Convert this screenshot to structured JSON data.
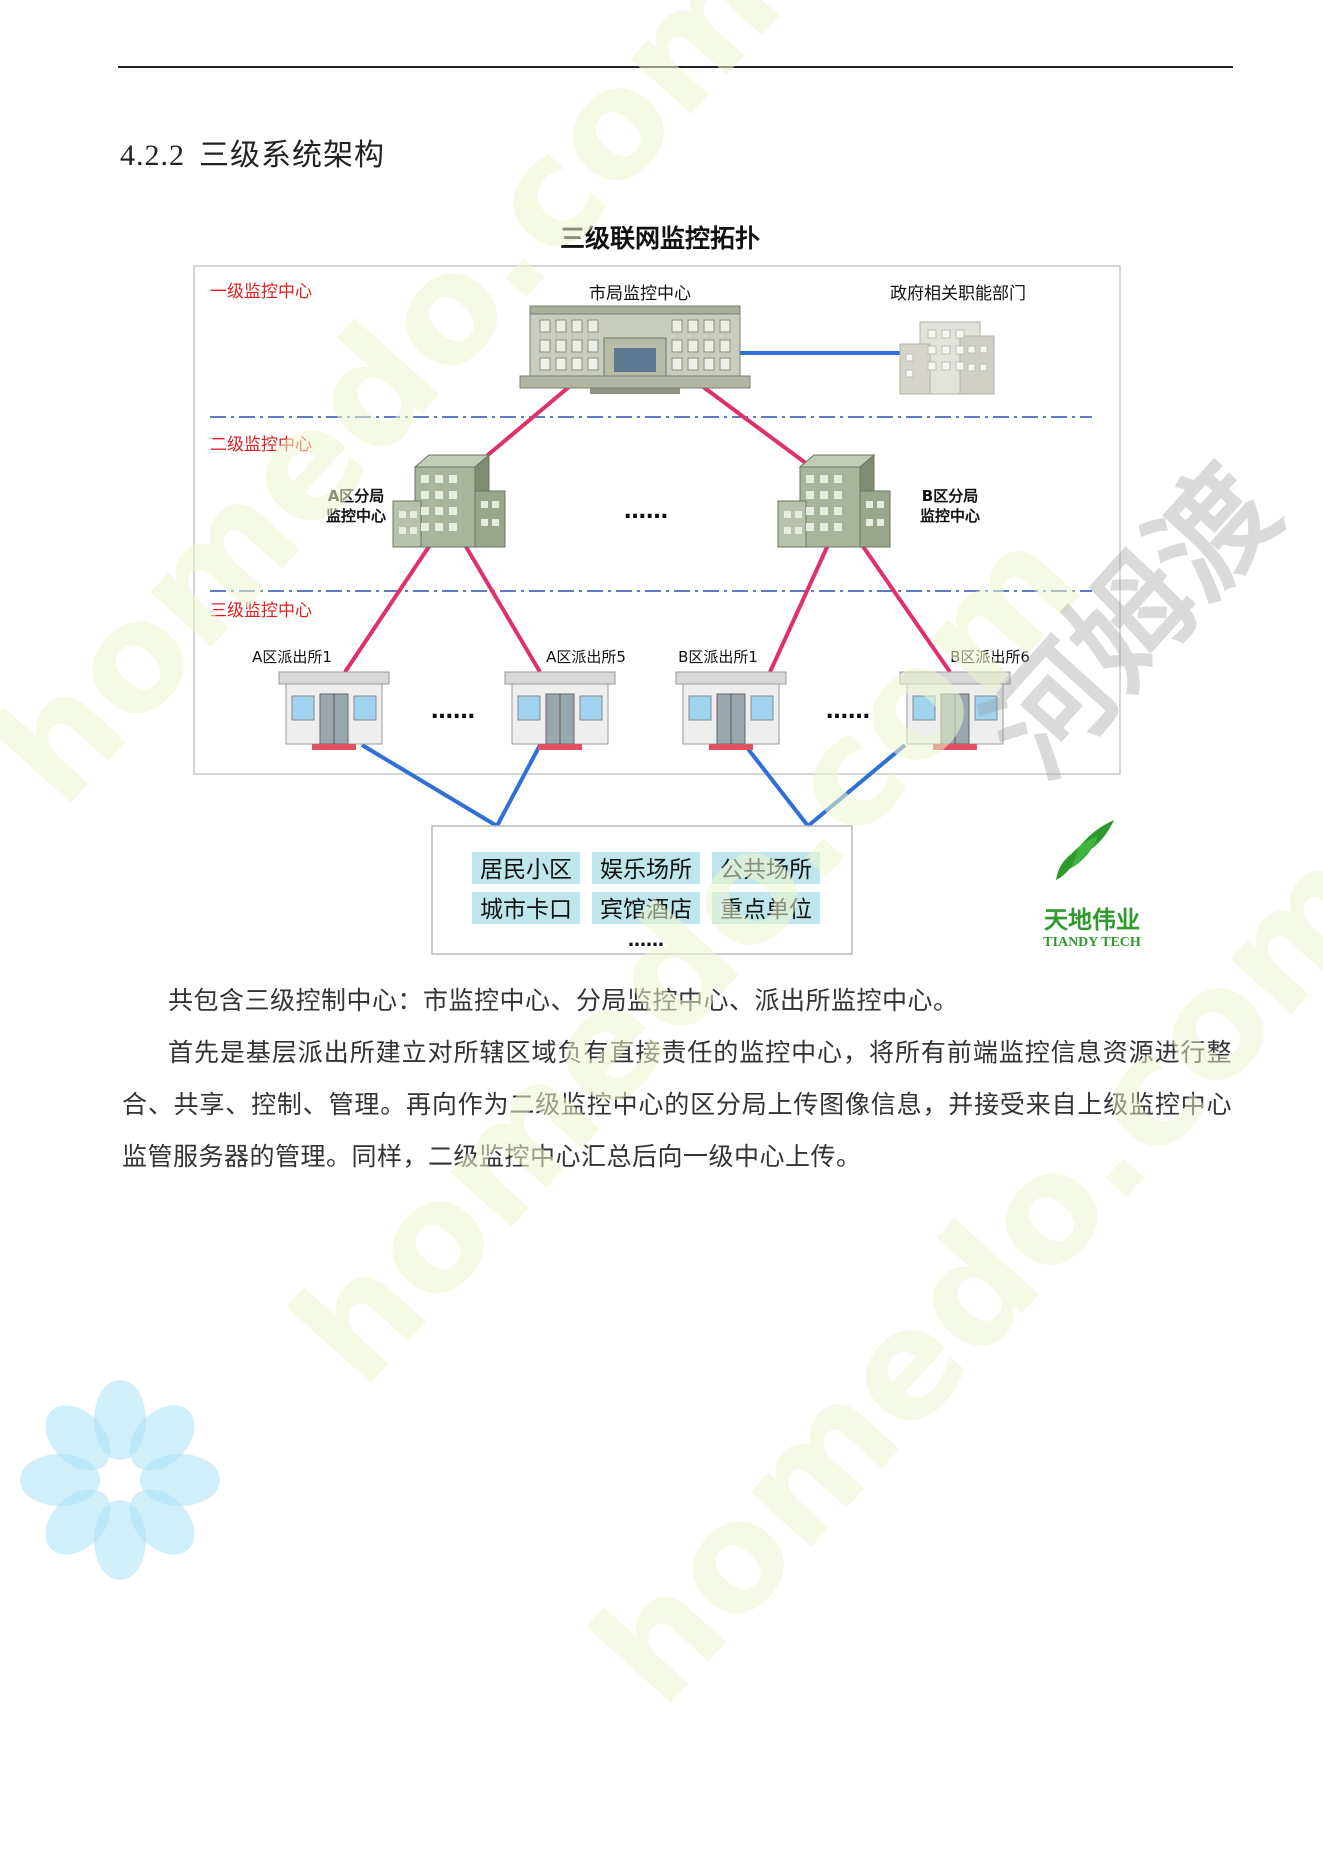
{
  "section": {
    "number": "4.2.2",
    "title": "三级系统架构"
  },
  "figure": {
    "title": "三级联网监控拓扑",
    "levels": [
      "一级监控中心",
      "二级监控中心",
      "三级监控中心"
    ],
    "nodes": {
      "city": "市局监控中心",
      "gov": "政府相关职能部门",
      "branchA": [
        "A区分局",
        "监控中心"
      ],
      "branchB": [
        "B区分局",
        "监控中心"
      ],
      "stations": [
        "A区派出所1",
        "A区派出所5",
        "B区派出所1",
        "B区派出所6"
      ]
    },
    "ellipsis": "……",
    "dots": "……",
    "sites": [
      "居民小区",
      "娱乐场所",
      "公共场所",
      "城市卡口",
      "宾馆酒店",
      "重点单位"
    ],
    "logo": {
      "name": "天地伟业",
      "sub": "TIANDY TECH",
      "color": "#2e9a2e"
    },
    "colors": {
      "pink": "#e0306a",
      "blue": "#2f6fd6",
      "level_label": "#e02020",
      "site_bg": "#bfe6ec"
    }
  },
  "paragraphs": [
    "共包含三级控制中心：市监控中心、分局监控中心、派出所监控中心。",
    "首先是基层派出所建立对所辖区域负有直接责任的监控中心，将所有前端监控信息资源进行整合、共享、控制、管理。再向作为二级监控中心的区分局上传图像信息，并接受来自上级监控中心监管服务器的管理。同样，二级监控中心汇总后向一级中心上传。"
  ],
  "watermarks": {
    "site": "homedo.com",
    "brand": "河姆渡"
  }
}
